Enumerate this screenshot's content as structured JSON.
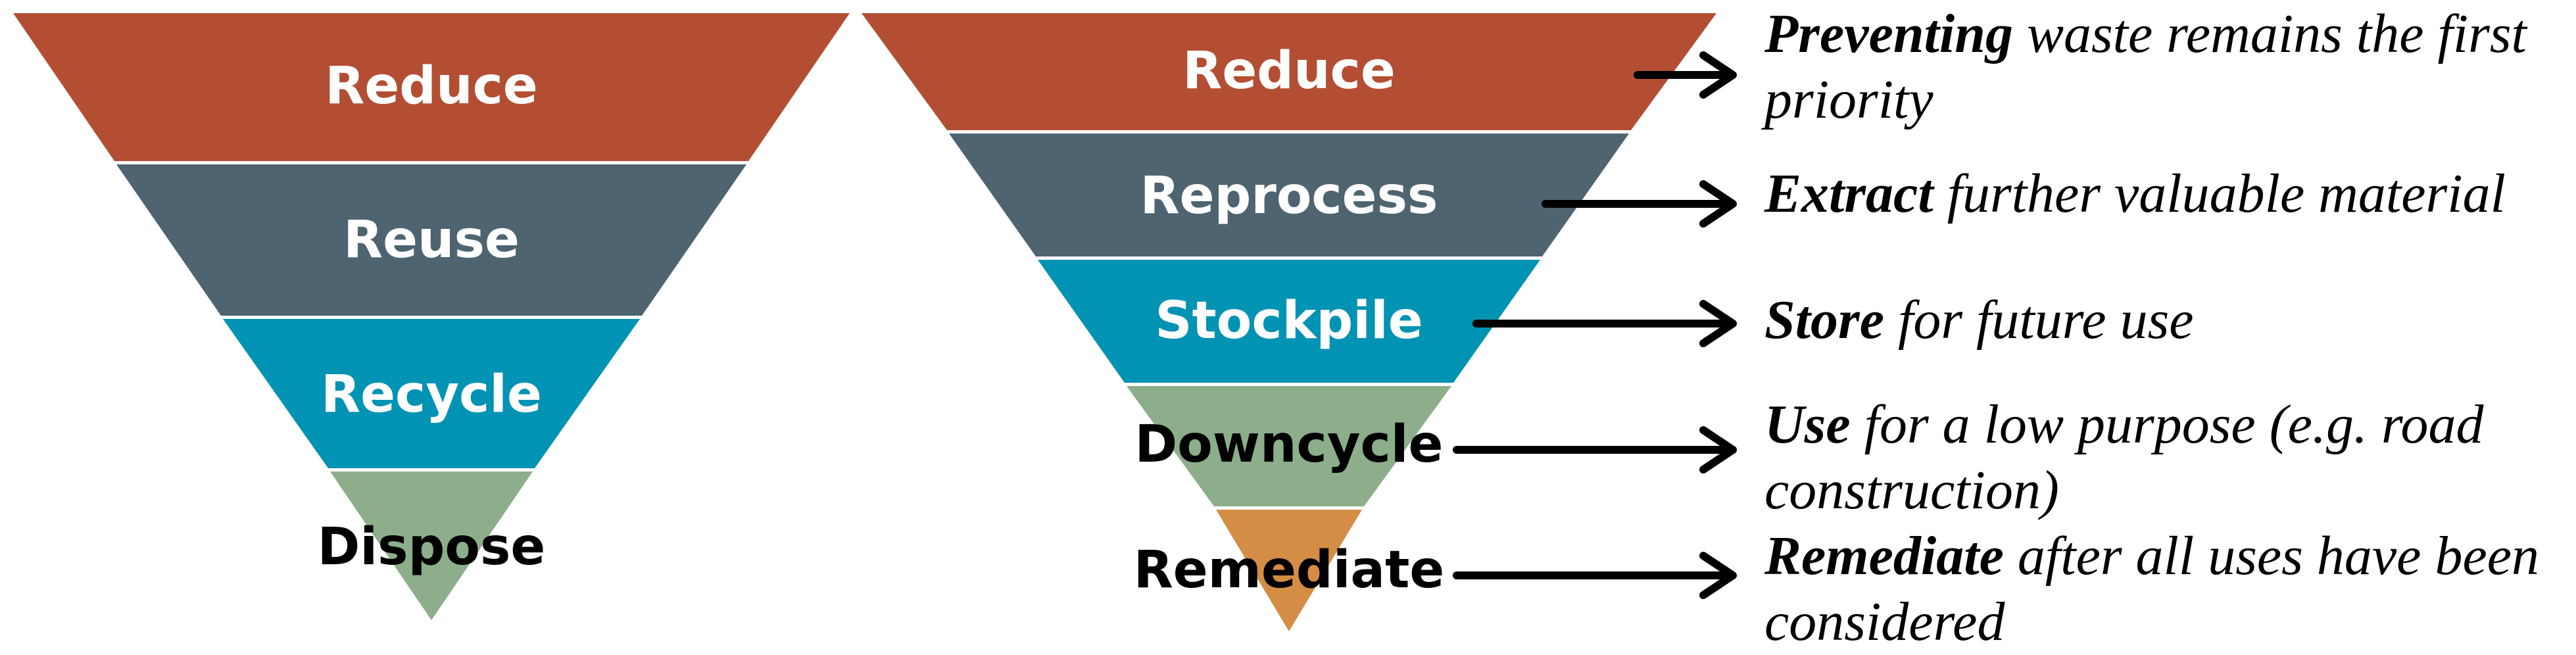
{
  "left_pyramid": {
    "tiers": [
      {
        "label": "Reduce",
        "color": "#b34e33",
        "text_color": "#ffffff"
      },
      {
        "label": "Reuse",
        "color": "#4e6470",
        "text_color": "#ffffff"
      },
      {
        "label": "Recycle",
        "color": "#0093b4",
        "text_color": "#ffffff"
      },
      {
        "label": "Dispose",
        "color": "#8cae8a",
        "text_color": "#000000"
      }
    ]
  },
  "right_pyramid": {
    "tiers": [
      {
        "label": "Reduce",
        "color": "#b34e33",
        "text_color": "#ffffff"
      },
      {
        "label": "Reprocess",
        "color": "#4e6470",
        "text_color": "#ffffff"
      },
      {
        "label": "Stockpile",
        "color": "#0093b4",
        "text_color": "#ffffff"
      },
      {
        "label": "Downcycle",
        "color": "#8cae8a",
        "text_color": "#000000"
      },
      {
        "label": "Remediate",
        "color": "#d48d44",
        "text_color": "#000000"
      }
    ]
  },
  "descriptions": [
    {
      "keyword": "Preventing",
      "line1": " waste remains the first",
      "line2": "priority"
    },
    {
      "keyword": "Extract",
      "line1": " further valuable material",
      "line2": ""
    },
    {
      "keyword": "Store",
      "line1": " for future use",
      "line2": ""
    },
    {
      "keyword": "Use",
      "line1": " for a low purpose (e.g. road",
      "line2": "construction)"
    },
    {
      "keyword": "Remediate",
      "line1": " after all uses have been",
      "line2": "considered"
    }
  ],
  "arrow_color": "#000000"
}
